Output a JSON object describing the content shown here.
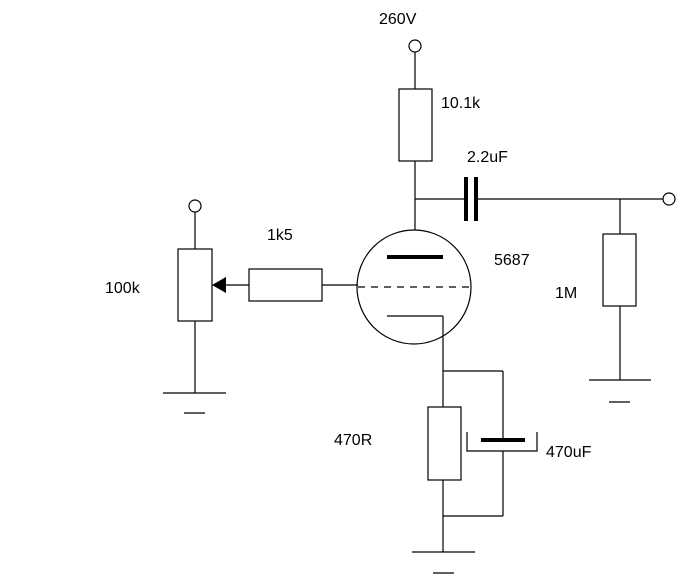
{
  "labels": {
    "supply_voltage": "260V",
    "plate_resistor": "10.1k",
    "coupling_capacitor": "2.2uF",
    "grid_resistor": "1k5",
    "tube": "5687",
    "potentiometer": "100k",
    "load_resistor": "1M",
    "cathode_resistor": "470R",
    "cathode_capacitor": "470uF"
  }
}
